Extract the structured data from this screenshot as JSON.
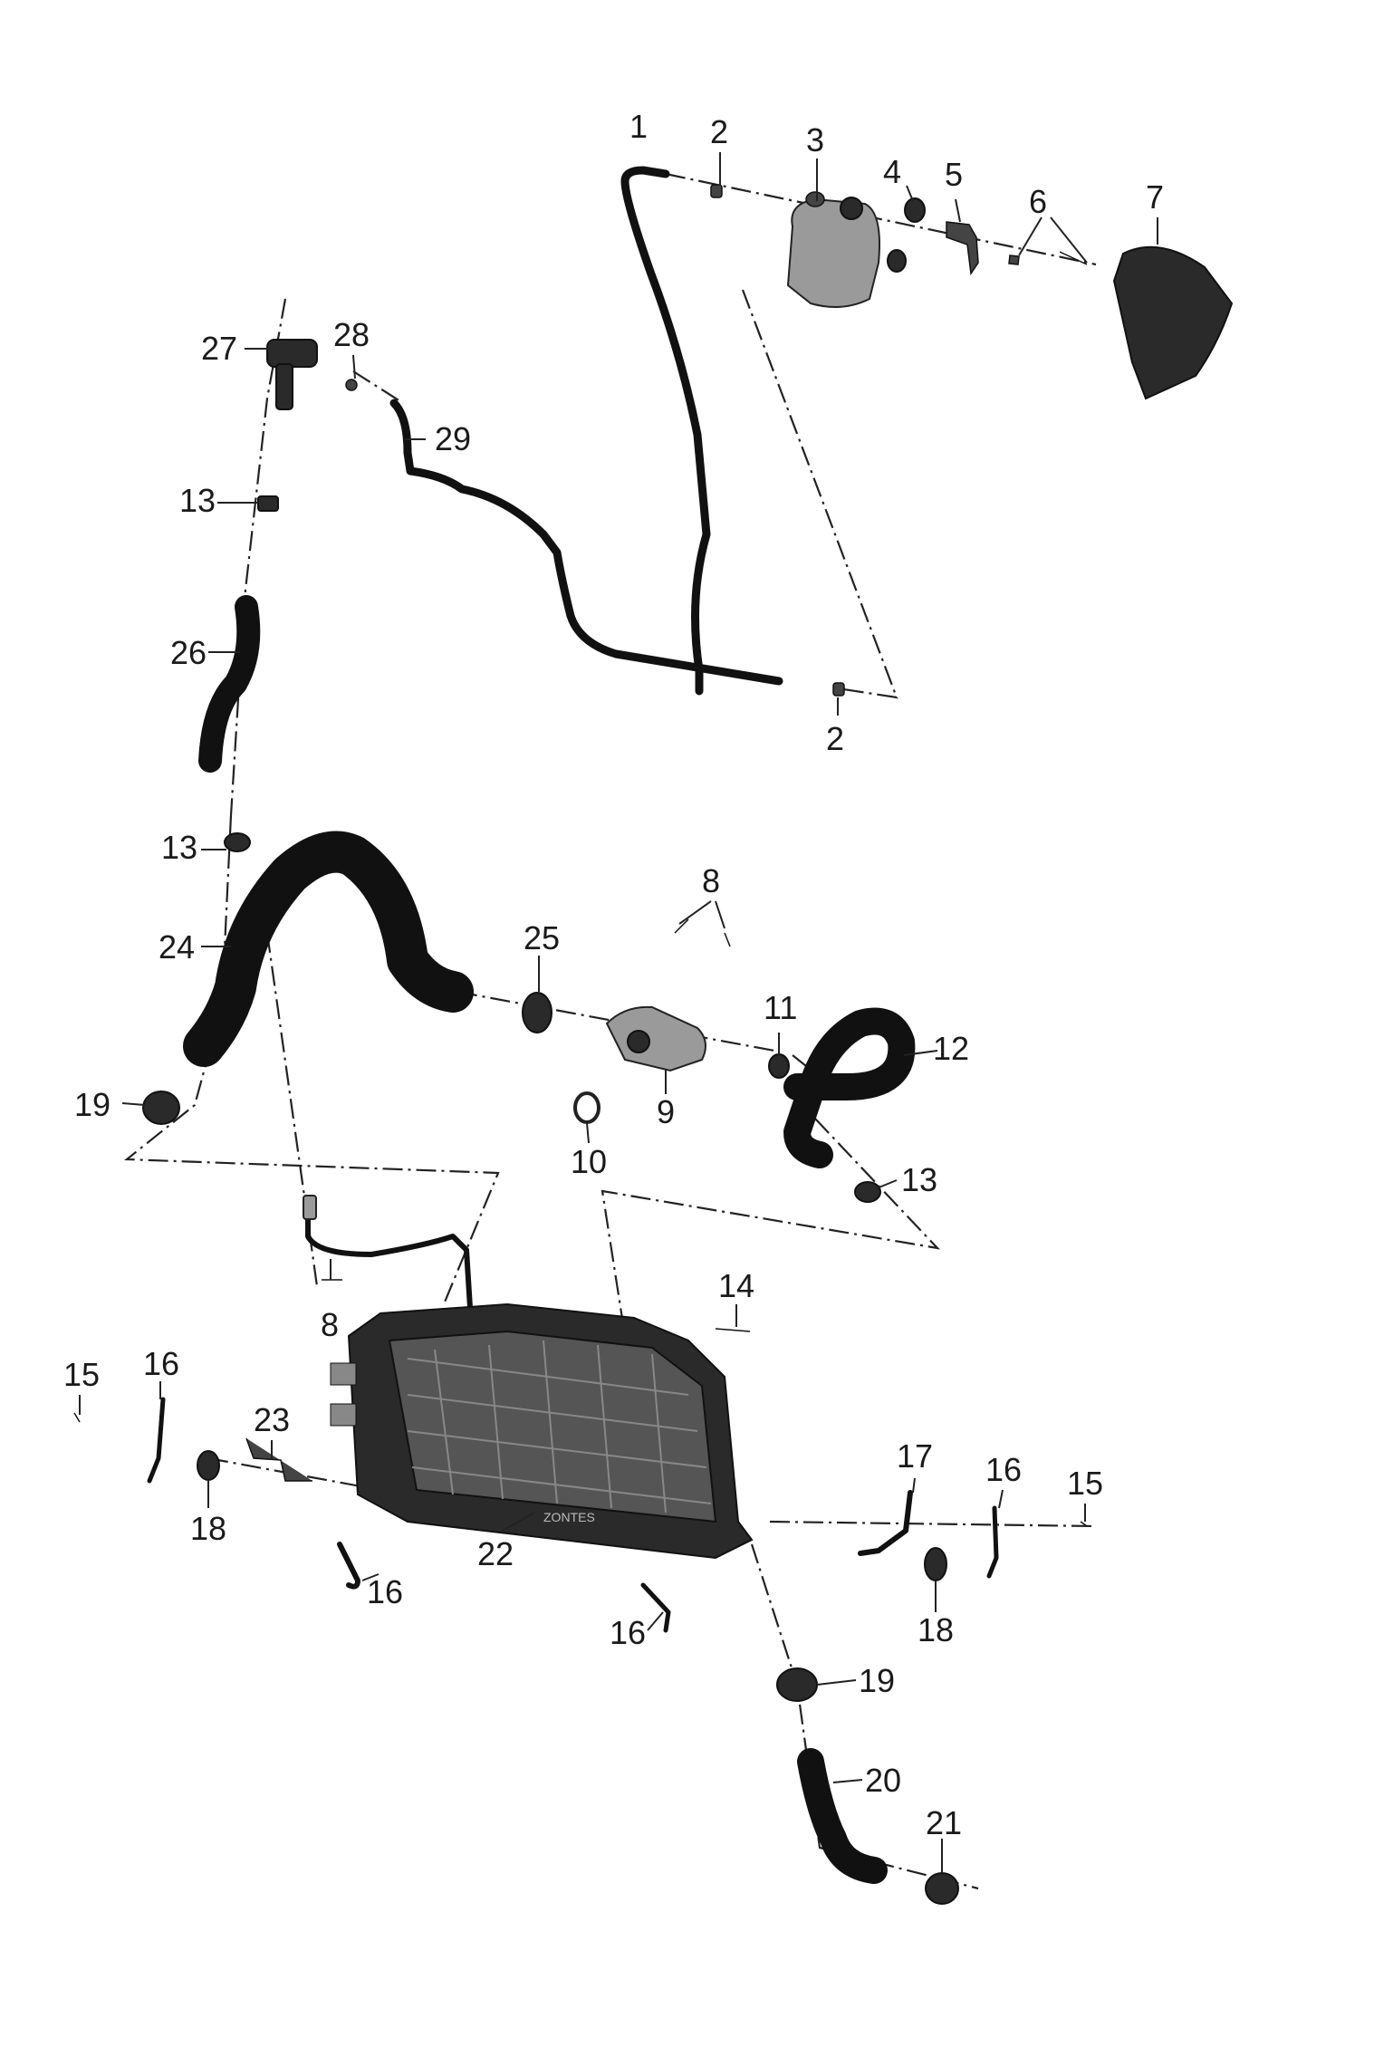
{
  "diagram": {
    "callouts": [
      {
        "id": "c1",
        "text": "1"
      },
      {
        "id": "c2a",
        "text": "2"
      },
      {
        "id": "c2b",
        "text": "2"
      },
      {
        "id": "c3",
        "text": "3"
      },
      {
        "id": "c4",
        "text": "4"
      },
      {
        "id": "c5",
        "text": "5"
      },
      {
        "id": "c6",
        "text": "6"
      },
      {
        "id": "c7",
        "text": "7"
      },
      {
        "id": "c8a",
        "text": "8"
      },
      {
        "id": "c8b",
        "text": "8"
      },
      {
        "id": "c9",
        "text": "9"
      },
      {
        "id": "c10",
        "text": "10"
      },
      {
        "id": "c11",
        "text": "11"
      },
      {
        "id": "c12",
        "text": "12"
      },
      {
        "id": "c13a",
        "text": "13"
      },
      {
        "id": "c13b",
        "text": "13"
      },
      {
        "id": "c13c",
        "text": "13"
      },
      {
        "id": "c14",
        "text": "14"
      },
      {
        "id": "c15a",
        "text": "15"
      },
      {
        "id": "c15b",
        "text": "15"
      },
      {
        "id": "c16a",
        "text": "16"
      },
      {
        "id": "c16b",
        "text": "16"
      },
      {
        "id": "c16c",
        "text": "16"
      },
      {
        "id": "c16d",
        "text": "16"
      },
      {
        "id": "c17",
        "text": "17"
      },
      {
        "id": "c18a",
        "text": "18"
      },
      {
        "id": "c18b",
        "text": "18"
      },
      {
        "id": "c19a",
        "text": "19"
      },
      {
        "id": "c19b",
        "text": "19"
      },
      {
        "id": "c20",
        "text": "20"
      },
      {
        "id": "c21",
        "text": "21"
      },
      {
        "id": "c22",
        "text": "22"
      },
      {
        "id": "c23",
        "text": "23"
      },
      {
        "id": "c24",
        "text": "24"
      },
      {
        "id": "c25",
        "text": "25"
      },
      {
        "id": "c26",
        "text": "26"
      },
      {
        "id": "c27",
        "text": "27"
      },
      {
        "id": "c28",
        "text": "28"
      },
      {
        "id": "c29",
        "text": "29"
      }
    ],
    "radiator_marking": "ZONTES"
  }
}
